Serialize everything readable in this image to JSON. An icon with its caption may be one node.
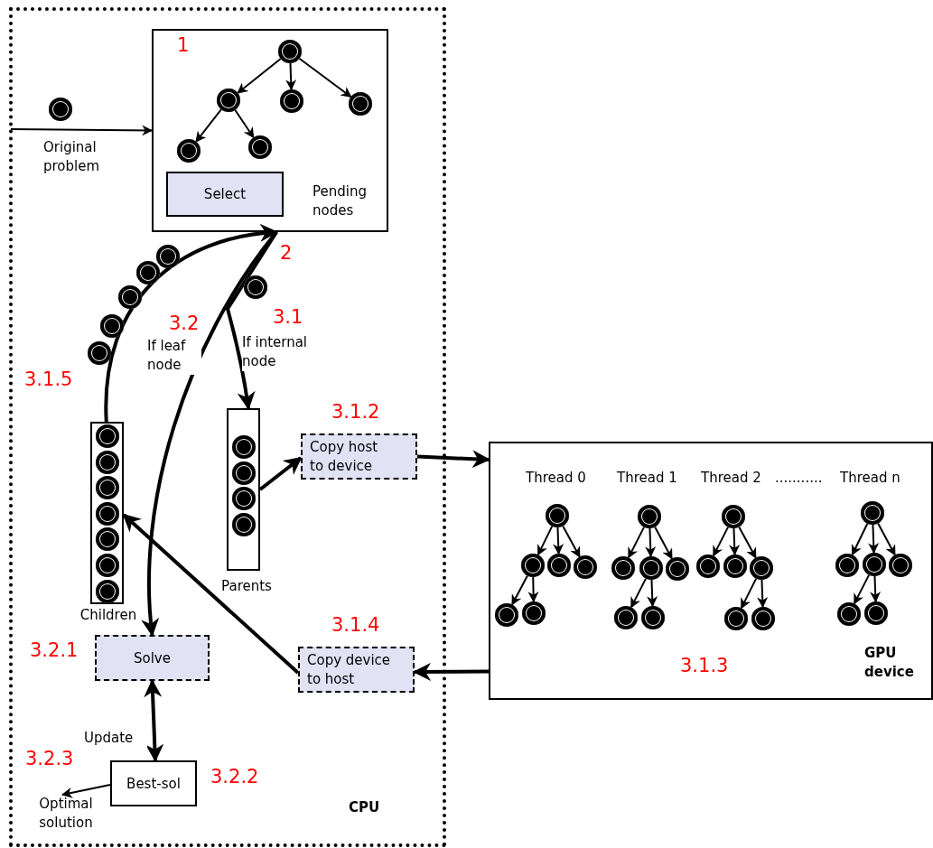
{
  "diagram": {
    "nodes": [
      {
        "text": [
          "CPU"
        ]
      },
      {
        "text": [
          "Pending nodes"
        ],
        "in": 0
      },
      {
        "text": [
          "Select"
        ],
        "in": 1
      },
      {
        "text": [],
        "shape": "circle",
        "in": 1
      },
      {
        "text": [],
        "shape": "circle",
        "in": 1
      },
      {
        "text": [],
        "shape": "circle",
        "in": 1
      },
      {
        "text": [],
        "shape": "circle",
        "in": 1
      },
      {
        "text": [],
        "shape": "circle",
        "in": 1
      },
      {
        "text": [],
        "shape": "circle",
        "in": 1
      },
      {
        "text": [
          "Children"
        ],
        "in": 0
      },
      {
        "text": [
          "Parents"
        ],
        "in": 0
      },
      {
        "text": [
          "Copy host to device"
        ],
        "in": 0,
        "beside": [
          "3.1.2"
        ]
      },
      {
        "text": [
          "Copy device to host"
        ],
        "in": 0,
        "beside": [
          "3.1.4"
        ]
      },
      {
        "text": [
          "Solve"
        ],
        "in": 0,
        "beside": [
          "3.2.1"
        ]
      },
      {
        "text": [
          "Best-sol"
        ],
        "in": 0,
        "beside": [
          "3.2.2"
        ]
      },
      {
        "text": [
          "Optimal solution"
        ],
        "in": 0
      },
      {
        "text": [
          "GPU device"
        ]
      },
      {
        "text": [],
        "shape": "circle",
        "in": 16
      },
      {
        "text": [],
        "shape": "circle",
        "in": 16
      },
      {
        "text": [],
        "shape": "circle",
        "in": 16
      },
      {
        "text": [],
        "shape": "circle",
        "in": 16
      },
      {
        "text": [],
        "shape": "circle",
        "in": 16
      },
      {
        "text": [],
        "shape": "circle",
        "in": 16
      },
      {
        "text": [],
        "shape": "circle",
        "in": 16
      },
      {
        "text": [],
        "shape": "circle",
        "in": 16
      },
      {
        "text": [],
        "shape": "circle",
        "in": 16
      },
      {
        "text": [],
        "shape": "circle",
        "in": 16
      },
      {
        "text": [],
        "shape": "circle",
        "in": 16
      },
      {
        "text": [],
        "shape": "circle",
        "in": 16
      },
      {
        "text": [],
        "shape": "circle",
        "in": 16
      },
      {
        "text": [],
        "shape": "circle",
        "in": 16
      },
      {
        "text": [],
        "shape": "circle",
        "in": 16
      },
      {
        "text": [],
        "shape": "circle",
        "in": 16
      },
      {
        "text": [],
        "shape": "circle",
        "in": 16
      },
      {
        "text": [],
        "shape": "circle",
        "in": 16
      },
      {
        "text": [],
        "shape": "circle",
        "in": 16
      },
      {
        "text": [],
        "shape": "circle",
        "in": 16
      },
      {
        "text": [],
        "shape": "circle",
        "in": 16
      },
      {
        "text": [],
        "shape": "circle",
        "in": 16
      },
      {
        "text": [],
        "shape": "circle",
        "in": 16
      },
      {
        "text": [],
        "shape": "circle",
        "in": 16
      }
    ],
    "edges": [
      {
        "from": 3,
        "to": 4,
        "arrow": "to"
      },
      {
        "from": 3,
        "to": 5,
        "arrow": "to"
      },
      {
        "from": 3,
        "to": 6,
        "arrow": "to"
      },
      {
        "from": 4,
        "to": 7,
        "arrow": "to"
      },
      {
        "from": 4,
        "to": 8,
        "arrow": "to"
      },
      {
        "from": null,
        "to": 1,
        "arrow": "to",
        "label": "Original problem"
      },
      {
        "from": 9,
        "to": 1,
        "arrow": "to",
        "style": "thick"
      },
      {
        "from": 1,
        "to": 13,
        "arrow": "to",
        "style": "thick",
        "label": "If leaf node"
      },
      {
        "from": 1,
        "to": 10,
        "arrow": "to",
        "style": "thick",
        "label": "If internal node"
      },
      {
        "from": 10,
        "to": 11,
        "arrow": "to",
        "style": "thick"
      },
      {
        "from": 11,
        "to": 16,
        "arrow": "to",
        "style": "thick"
      },
      {
        "from": 16,
        "to": 12,
        "arrow": "to",
        "style": "thick"
      },
      {
        "from": 12,
        "to": 9,
        "arrow": "to",
        "style": "thick"
      },
      {
        "from": 13,
        "to": 14,
        "arrow": "both",
        "style": "thick",
        "label": "Update"
      },
      {
        "from": 14,
        "to": 15,
        "arrow": "to"
      },
      {
        "from": 17,
        "to": 18,
        "arrow": "to"
      },
      {
        "from": 17,
        "to": 19,
        "arrow": "to"
      },
      {
        "from": 17,
        "to": 20,
        "arrow": "to"
      },
      {
        "from": 18,
        "to": 21,
        "arrow": "to"
      },
      {
        "from": 18,
        "to": 22,
        "arrow": "to"
      },
      {
        "from": 23,
        "to": 24,
        "arrow": "to"
      },
      {
        "from": 23,
        "to": 25,
        "arrow": "to"
      },
      {
        "from": 23,
        "to": 26,
        "arrow": "to"
      },
      {
        "from": 25,
        "to": 27,
        "arrow": "to"
      },
      {
        "from": 25,
        "to": 28,
        "arrow": "to"
      },
      {
        "from": 29,
        "to": 30,
        "arrow": "to"
      },
      {
        "from": 29,
        "to": 31,
        "arrow": "to"
      },
      {
        "from": 29,
        "to": 32,
        "arrow": "to"
      },
      {
        "from": 32,
        "to": 33,
        "arrow": "to"
      },
      {
        "from": 32,
        "to": 34,
        "arrow": "to"
      },
      {
        "from": 35,
        "to": 36,
        "arrow": "to"
      },
      {
        "from": 35,
        "to": 37,
        "arrow": "to"
      },
      {
        "from": 35,
        "to": 38,
        "arrow": "to"
      },
      {
        "from": 37,
        "to": 39,
        "arrow": "to"
      },
      {
        "from": 37,
        "to": 40,
        "arrow": "to"
      }
    ],
    "labels": [
      "1",
      "2",
      "3.2",
      "3.1",
      "3.1.5",
      "Thread 0",
      "Thread 1",
      "Thread 2",
      "...........",
      "Thread n",
      "3.1.3",
      "3.2.3"
    ]
  }
}
